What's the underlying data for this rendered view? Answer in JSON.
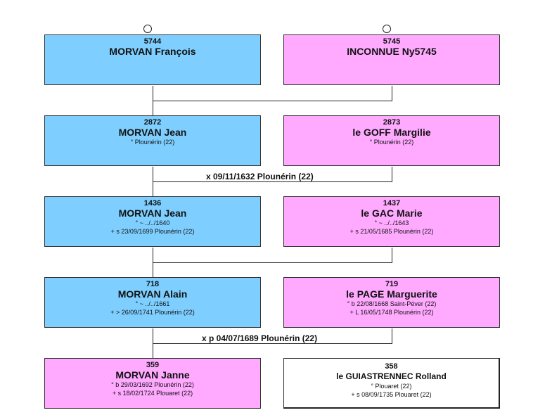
{
  "gen1": {
    "father": {
      "num": "5744",
      "name": "MORVAN François"
    },
    "mother": {
      "num": "5745",
      "name": "INCONNUE Ny5745"
    }
  },
  "gen2": {
    "father": {
      "num": "2872",
      "name": "MORVAN Jean",
      "d1": "° Plounérin (22)"
    },
    "mother": {
      "num": "2873",
      "name": "le GOFF Margilie",
      "d1": "° Plounérin (22)"
    },
    "marriage": "x 09/11/1632 Plounérin (22)"
  },
  "gen3": {
    "father": {
      "num": "1436",
      "name": "MORVAN Jean",
      "d1": "° ~ ../../1640",
      "d2": "+ s 23/09/1699 Plounérin (22)"
    },
    "mother": {
      "num": "1437",
      "name": "le GAC Marie",
      "d1": "° ~ ../../1643",
      "d2": "+ s 21/05/1685 Plounérin (22)"
    }
  },
  "gen4": {
    "father": {
      "num": "718",
      "name": "MORVAN Alain",
      "d1": "° ~ ../../1661",
      "d2": "+ > 26/09/1741 Plounérin (22)"
    },
    "mother": {
      "num": "719",
      "name": "le PAGE Marguerite",
      "d1": "° b 22/08/1668 Saint-Péver (22)",
      "d2": "+ L 16/05/1748 Plounérin (22)"
    },
    "marriage": "x p 04/07/1689 Plounérin (22)"
  },
  "gen5": {
    "child": {
      "num": "359",
      "name": "MORVAN Janne",
      "d1": "° b 29/03/1692 Plounérin (22)",
      "d2": "+ s 18/02/1724 Plouaret (22)"
    },
    "spouse": {
      "num": "358",
      "name": "le GUIASTRENNEC Rolland",
      "d1": "° Plouaret (22)",
      "d2": "+ s 08/09/1735 Plouaret (22)"
    }
  },
  "colors": {
    "male": "#7ecfff",
    "female": "#ffaaff",
    "plain": "#ffffff"
  }
}
